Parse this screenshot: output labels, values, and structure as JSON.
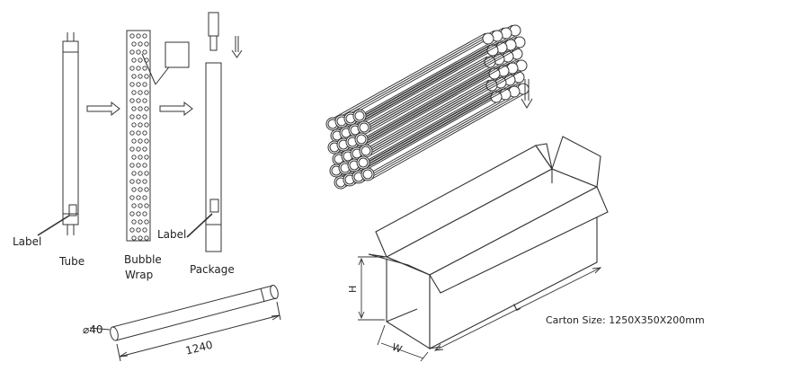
{
  "labels": {
    "label_tube": "Label",
    "tube": "Tube",
    "bubble_line1": "Bubble",
    "bubble_line2": "Wrap",
    "label_package": "Label",
    "package": "Package",
    "carton_size": "Carton Size: 1250X350X200mm"
  },
  "dimensions": {
    "diameter": "⌀40",
    "length": "1240",
    "carton_h": "H",
    "carton_w": "W",
    "carton_l": "L"
  }
}
